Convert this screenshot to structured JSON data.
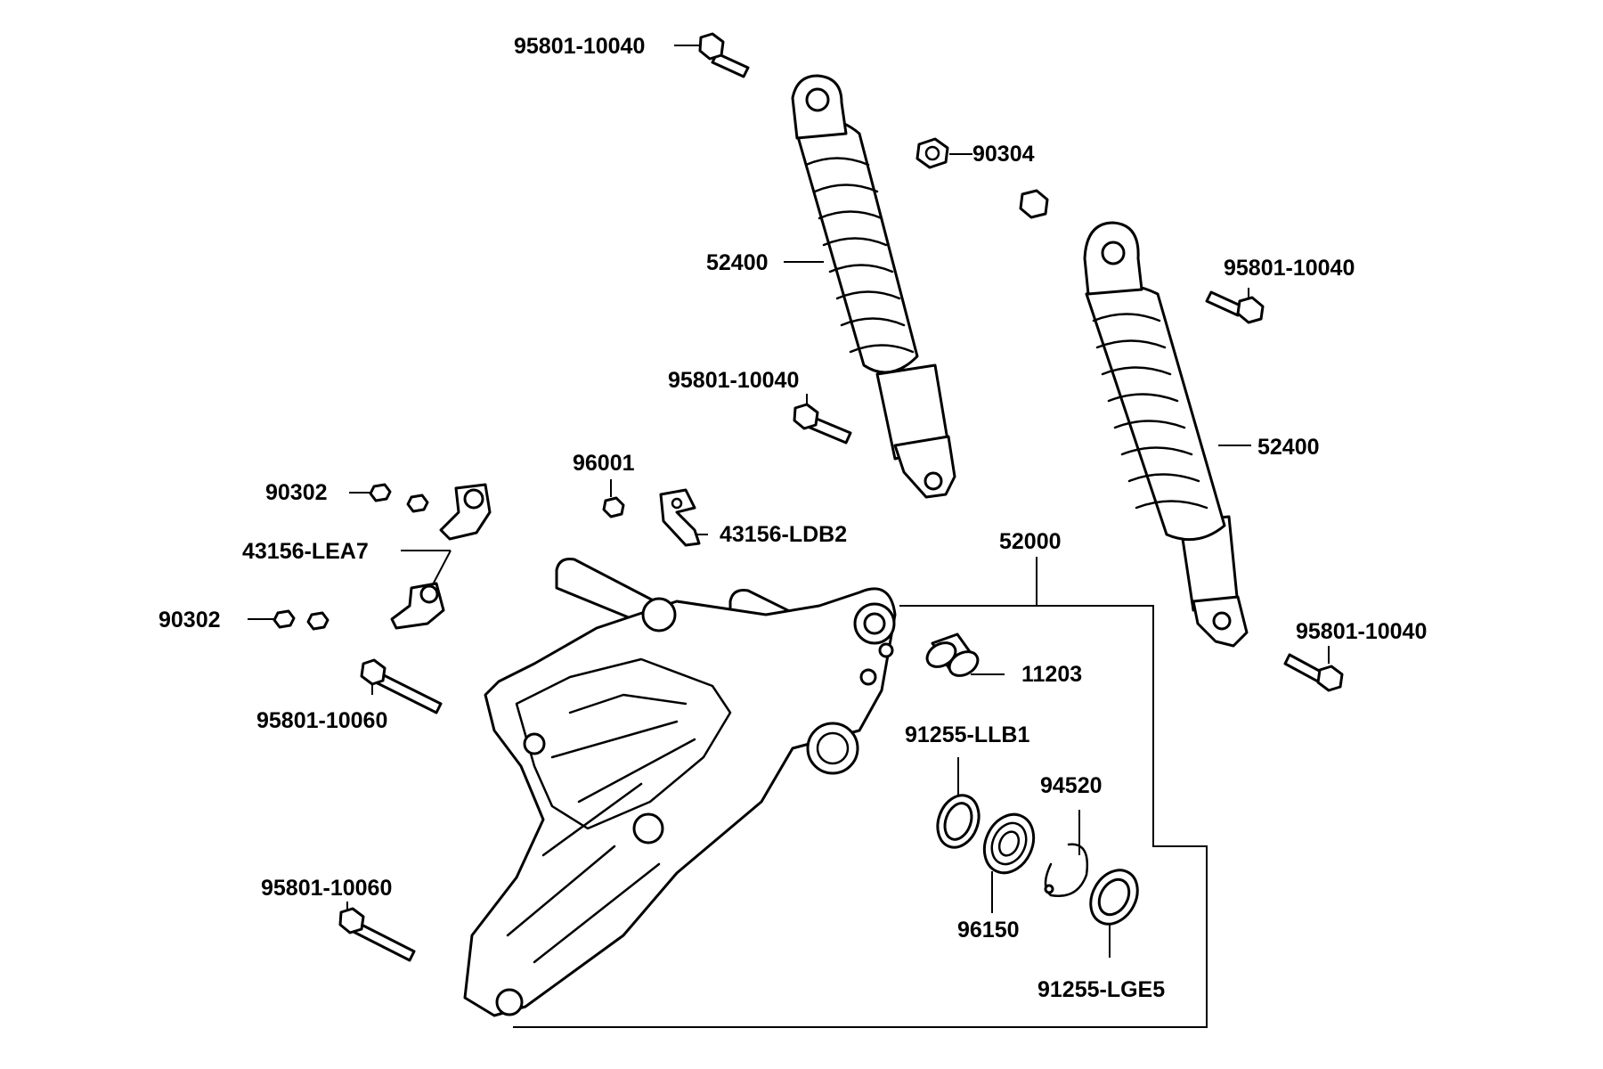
{
  "labels": {
    "bolt_top": "95801-10040",
    "nut_90304": "90304",
    "shock_left": "52400",
    "bolt_right_upper": "95801-10040",
    "bolt_mid": "95801-10040",
    "shock_right": "52400",
    "nut_96001": "96001",
    "nut_90302_upper": "90302",
    "clamp_ldb2": "43156-LDB2",
    "clamp_lea7": "43156-LEA7",
    "arm_52000": "52000",
    "nut_90302_lower": "90302",
    "bolt_right_lower": "95801-10040",
    "bushing_11203": "11203",
    "bolt_left_upper": "95801-10060",
    "seal_llb1": "91255-LLB1",
    "circlip_94520": "94520",
    "bolt_left_lower": "95801-10060",
    "bearing_96150": "96150",
    "seal_lge5": "91255-LGE5"
  }
}
